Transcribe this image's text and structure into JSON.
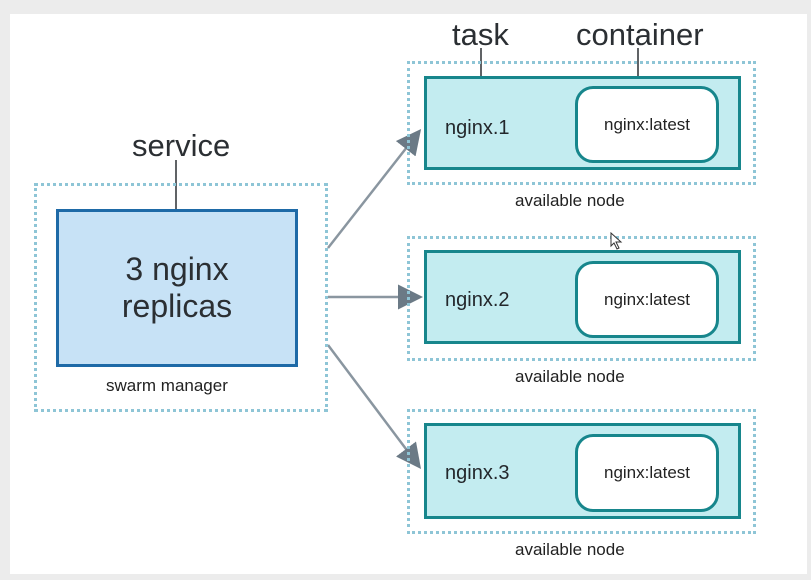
{
  "labels": {
    "service": "service",
    "task": "task",
    "container": "container"
  },
  "manager": {
    "line1": "3 nginx",
    "line2": "replicas",
    "caption": "swarm manager"
  },
  "nodes": [
    {
      "task": "nginx.1",
      "container": "nginx:latest",
      "caption": "available node"
    },
    {
      "task": "nginx.2",
      "container": "nginx:latest",
      "caption": "available node"
    },
    {
      "task": "nginx.3",
      "container": "nginx:latest",
      "caption": "available node"
    }
  ],
  "colors": {
    "service_fill": "#c7e2f6",
    "service_border": "#1e6aa7",
    "task_fill": "#c3ecf0",
    "task_border": "#17868c",
    "dotted_border": "#8ec5d6",
    "arrow": "#6b7a86"
  },
  "cursor": "mouse-pointer-icon"
}
